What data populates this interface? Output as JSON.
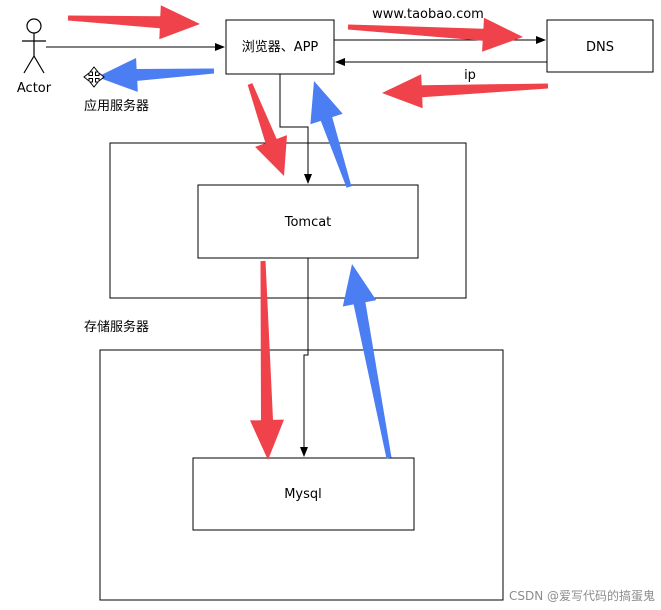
{
  "actor": {
    "label": "Actor"
  },
  "browser": {
    "label": "浏览器、APP"
  },
  "dns": {
    "label": "DNS"
  },
  "tomcat": {
    "label": "Tomcat"
  },
  "mysql": {
    "label": "Mysql"
  },
  "groups": {
    "app_server": "应用服务器",
    "storage_server": "存储服务器"
  },
  "edges": {
    "to_dns_label": "www.taobao.com",
    "from_dns_label": "ip"
  },
  "watermark": "CSDN @爱写代码的搞蛋鬼",
  "colors": {
    "red": "#f0424a",
    "blue": "#4a7ef2",
    "line": "#000000"
  }
}
